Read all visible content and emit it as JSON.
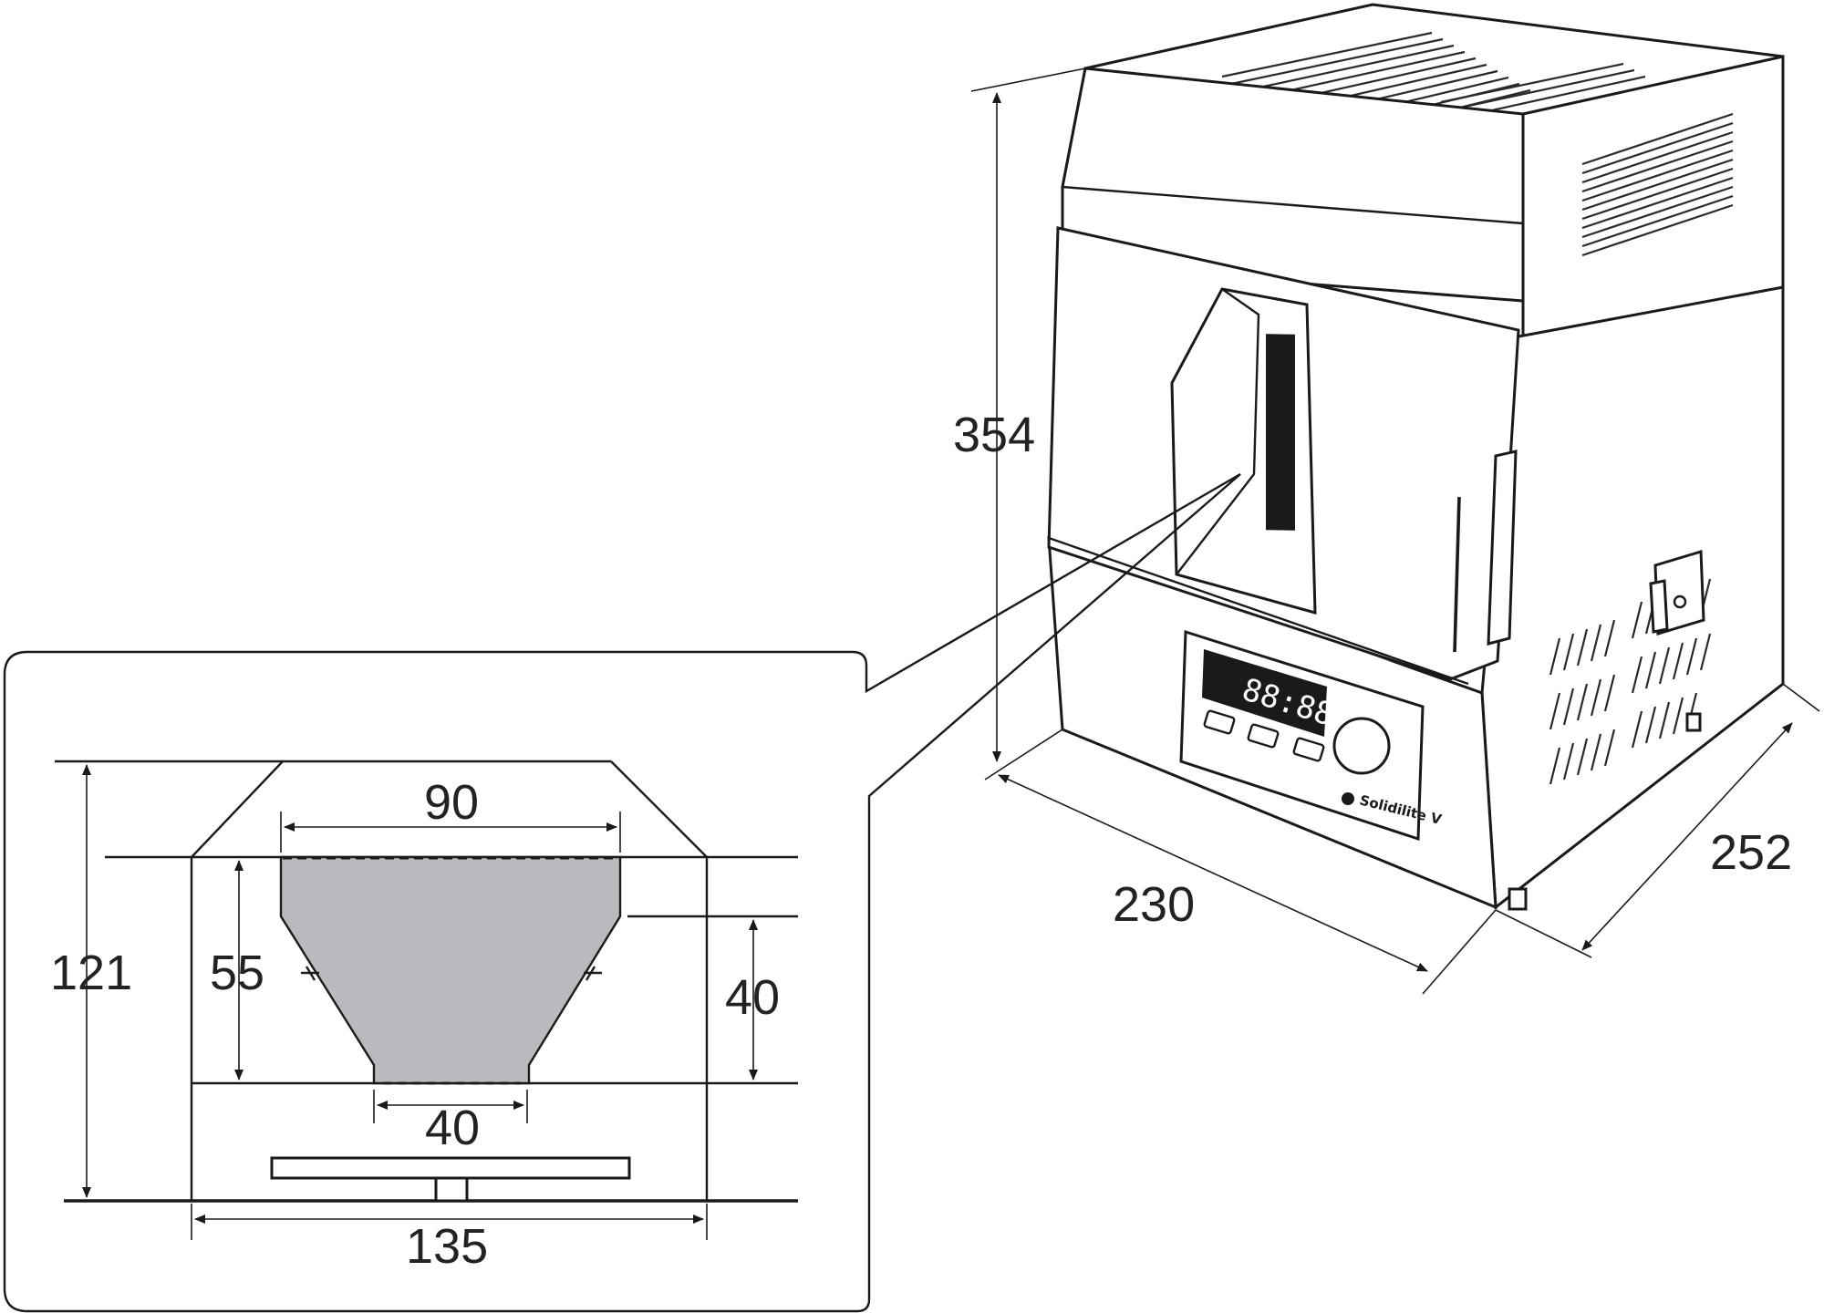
{
  "dimensions": {
    "height": "354",
    "width": "230",
    "depth": "252",
    "chamber_top_width": "90",
    "chamber_depth": "55",
    "chamber_bottom_width": "40",
    "taper_height": "40",
    "total_height": "121",
    "base_width": "135"
  },
  "display": {
    "time": "88:88"
  },
  "brand": {
    "name": "Solidilite V"
  },
  "colors": {
    "chamber_fill": "#b9babd",
    "display_bg": "#1a1a1a",
    "line": "#1a1a1a"
  }
}
